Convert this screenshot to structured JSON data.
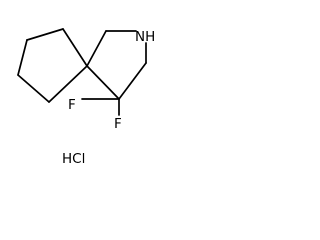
{
  "molecule": {
    "atoms": {
      "amine_nitrogen": "NH",
      "fluorine_top": "F",
      "fluorine_right": "F"
    },
    "counterion": "HCl"
  },
  "colors": {
    "bond": "#000000",
    "label": "#000000",
    "background": "#ffffff"
  }
}
